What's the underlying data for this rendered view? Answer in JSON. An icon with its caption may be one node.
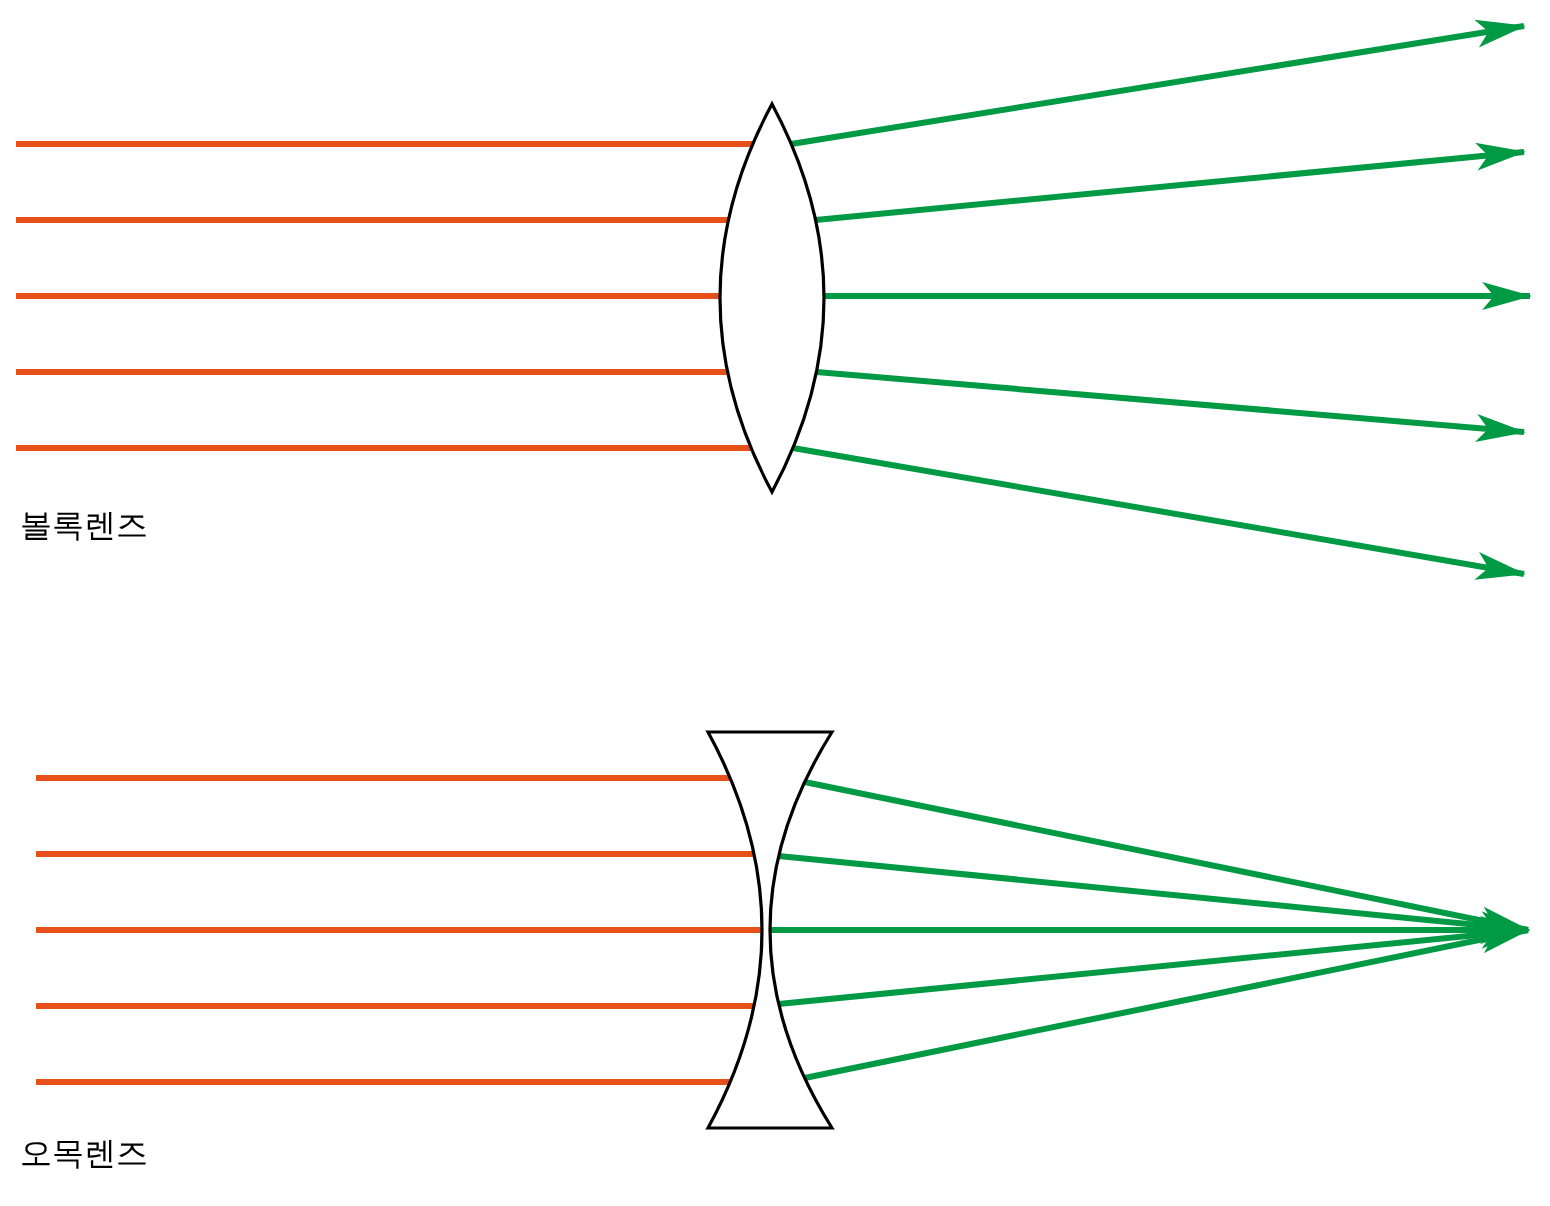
{
  "diagram": {
    "nodes": [
      {
        "text": [],
        "shape": "lens"
      },
      {
        "text": [],
        "shape": "lens"
      }
    ],
    "edges": [
      {
        "from": null,
        "to": 0,
        "arrow": "none",
        "color": "#e8501a"
      },
      {
        "from": null,
        "to": 0,
        "arrow": "none",
        "color": "#e8501a"
      },
      {
        "from": null,
        "to": 0,
        "arrow": "none",
        "color": "#e8501a"
      },
      {
        "from": null,
        "to": 0,
        "arrow": "none",
        "color": "#e8501a"
      },
      {
        "from": null,
        "to": 0,
        "arrow": "none",
        "color": "#e8501a"
      },
      {
        "from": 0,
        "to": null,
        "arrow": "to",
        "color": "#009a44"
      },
      {
        "from": 0,
        "to": null,
        "arrow": "to",
        "color": "#009a44"
      },
      {
        "from": 0,
        "to": null,
        "arrow": "to",
        "color": "#009a44"
      },
      {
        "from": 0,
        "to": null,
        "arrow": "to",
        "color": "#009a44"
      },
      {
        "from": 0,
        "to": null,
        "arrow": "to",
        "color": "#009a44"
      },
      {
        "from": null,
        "to": 1,
        "arrow": "none",
        "color": "#e8501a"
      },
      {
        "from": null,
        "to": 1,
        "arrow": "none",
        "color": "#e8501a"
      },
      {
        "from": null,
        "to": 1,
        "arrow": "none",
        "color": "#e8501a"
      },
      {
        "from": null,
        "to": 1,
        "arrow": "none",
        "color": "#e8501a"
      },
      {
        "from": null,
        "to": 1,
        "arrow": "none",
        "color": "#e8501a"
      },
      {
        "from": 1,
        "to": null,
        "arrow": "to",
        "color": "#009a44"
      },
      {
        "from": 1,
        "to": null,
        "arrow": "to",
        "color": "#009a44"
      },
      {
        "from": 1,
        "to": null,
        "arrow": "to",
        "color": "#009a44"
      },
      {
        "from": 1,
        "to": null,
        "arrow": "to",
        "color": "#009a44"
      },
      {
        "from": 1,
        "to": null,
        "arrow": "to",
        "color": "#009a44"
      }
    ],
    "labels": [
      "볼록렌즈",
      "오목렌즈"
    ]
  }
}
